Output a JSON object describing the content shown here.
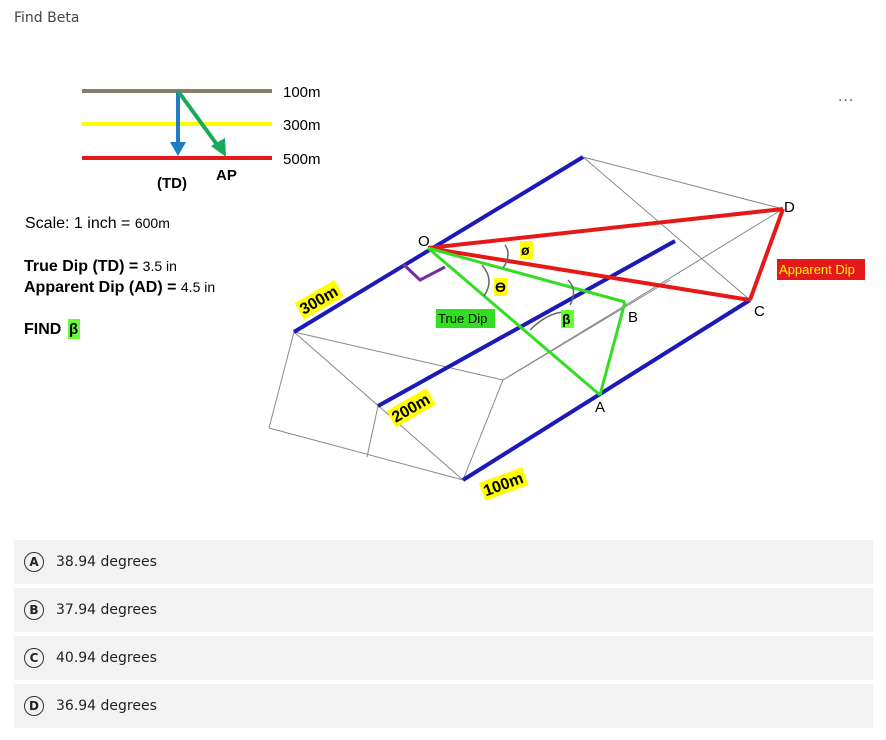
{
  "question": {
    "title": "Find Beta",
    "more_label": "..."
  },
  "figure": {
    "layers": [
      "100m",
      "300m",
      "500m"
    ],
    "td_label": "(TD)",
    "ap_label": "AP",
    "scale_label": "Scale: 1 inch = ",
    "scale_value": "600m",
    "true_dip_label": "True Dip (TD) = ",
    "true_dip_value": "3.5 in",
    "apparent_dip_label": "Apparent Dip (AD) = ",
    "apparent_dip_value": "4.5 in",
    "find_label": "FIND ",
    "find_symbol": "β",
    "point_o": "O",
    "point_a": "A",
    "point_b": "B",
    "point_c": "C",
    "point_d": "D",
    "phi": "ø",
    "theta": "ϴ",
    "beta": "β",
    "true_dip_tag": "True Dip",
    "apparent_dip_tag": "Apparent Dip",
    "depth_300": "300m",
    "depth_200": "200m",
    "depth_100": "100m",
    "colors": {
      "blue": "#1a1ab8",
      "red": "#e61919",
      "green": "#2ecc2e",
      "yellow": "#ffff00",
      "purple": "#7030a0"
    }
  },
  "options": [
    {
      "letter": "A",
      "text": "38.94 degrees"
    },
    {
      "letter": "B",
      "text": "37.94 degrees"
    },
    {
      "letter": "C",
      "text": "40.94 degrees"
    },
    {
      "letter": "D",
      "text": "36.94 degrees"
    }
  ]
}
